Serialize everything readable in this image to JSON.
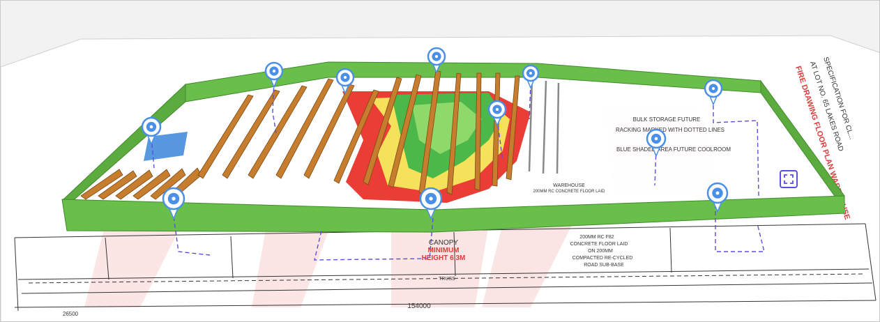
{
  "plan": {
    "title": "FIRE DRAWING FLOOR PLAN WAREHOUSE",
    "subtitle": "AT LOT NO. 65 LAKES ROAD",
    "spec": "SPECIFICATION FOR CL...",
    "notes": [
      "BULK STORAGE FUTURE",
      "RACKING MARKED WITH DOTTED LINES",
      "BLUE SHADED AREA FUTURE COOLROOM"
    ],
    "warehouse_label": "WAREHOUSE",
    "warehouse_sub": "200MM RC CONCRETE FLOOR LAID",
    "canopy": {
      "label": "CANOPY",
      "min": "MINIMUM",
      "height": "HEIGHT 6.3M"
    },
    "floor_notes": [
      "200MM RC F82",
      "CONCRETE FLOOR LAID",
      "ON 200MM",
      "COMPACTED RE-CYCLED",
      "ROAD SUB-BASE"
    ],
    "truss": "TRUSS",
    "dim_total": "154000",
    "dim_left": "26500"
  },
  "access_points": [
    {
      "id": "ap-1"
    },
    {
      "id": "ap-2"
    },
    {
      "id": "ap-3"
    },
    {
      "id": "ap-4"
    },
    {
      "id": "ap-5"
    },
    {
      "id": "ap-6"
    },
    {
      "id": "ap-7"
    },
    {
      "id": "ap-8"
    },
    {
      "id": "ap-9"
    },
    {
      "id": "ap-10"
    },
    {
      "id": "ap-11"
    }
  ],
  "colors": {
    "wall": "#6abf4b",
    "wall_dark": "#3f8a2a",
    "rack": "#c77d2e",
    "heat_red": "#e8332a",
    "heat_yellow": "#f5e15a",
    "heat_green": "#4cb84a",
    "ap_pin": "#4a8fe8",
    "dash": "#5a4ee0"
  },
  "icons": [
    "wifi-access-point-icon",
    "fit-view-icon"
  ]
}
